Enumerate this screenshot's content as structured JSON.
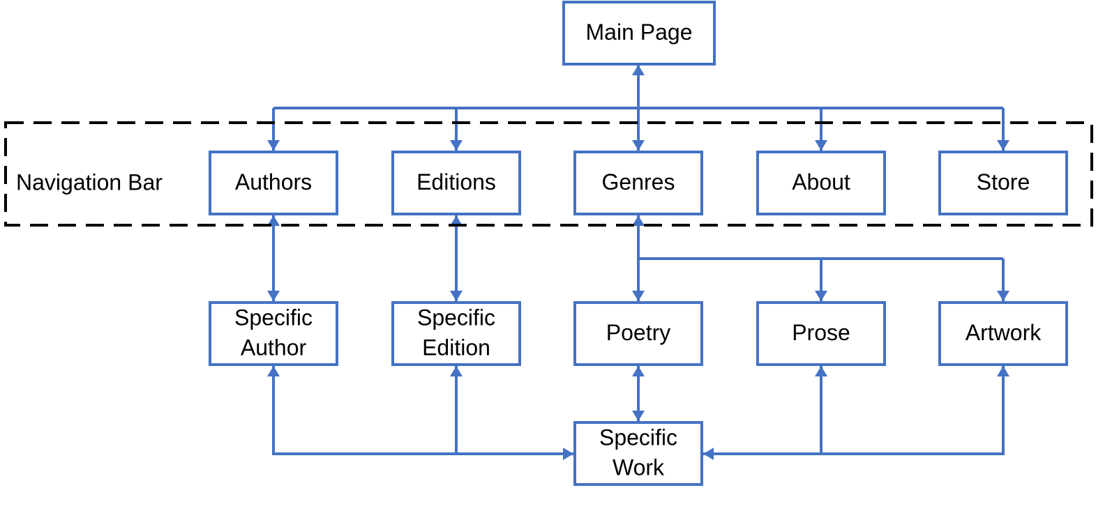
{
  "colors": {
    "node_stroke": "#4472c4",
    "edge": "#4472c4",
    "group_border": "#000000",
    "text": "#000000"
  },
  "group": {
    "label": "Navigation Bar"
  },
  "nodes": {
    "main_page": [
      "Main Page"
    ],
    "authors": [
      "Authors"
    ],
    "editions": [
      "Editions"
    ],
    "genres": [
      "Genres"
    ],
    "about": [
      "About"
    ],
    "store": [
      "Store"
    ],
    "specific_author": [
      "Specific",
      "Author"
    ],
    "specific_edition": [
      "Specific",
      "Edition"
    ],
    "poetry": [
      "Poetry"
    ],
    "prose": [
      "Prose"
    ],
    "artwork": [
      "Artwork"
    ],
    "specific_work": [
      "Specific",
      "Work"
    ]
  }
}
